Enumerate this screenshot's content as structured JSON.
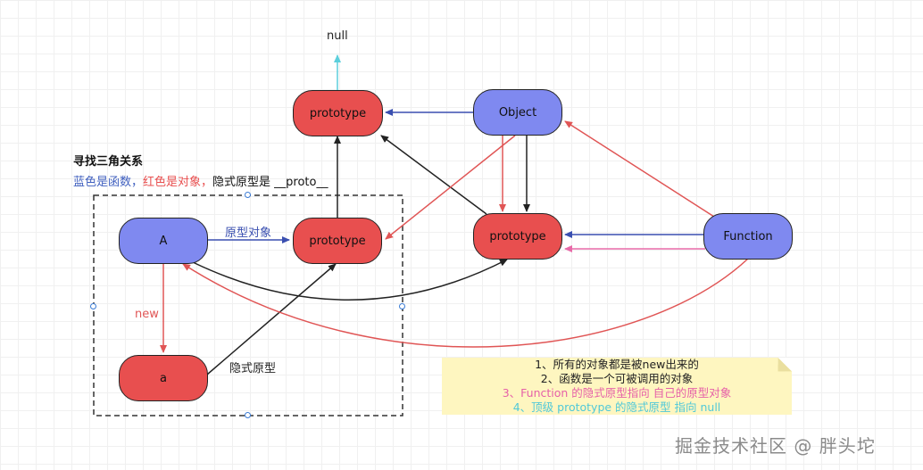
{
  "title": "寻找三角关系",
  "legend": {
    "part1": "蓝色是函数，",
    "part2": "红色是对象，",
    "part3": "隐式原型是 __proto__",
    "color_blue": "#3f5fbf",
    "color_red": "#e84f4f"
  },
  "nodes": {
    "top_prototype": "prototype",
    "object": "Object",
    "object_prototype": "prototype",
    "function": "Function",
    "A": "A",
    "A_prototype": "prototype",
    "a": "a"
  },
  "labels": {
    "null": "null",
    "yuanxing": "原型对象",
    "new": "new",
    "yinshi": "隐式原型"
  },
  "note": {
    "line1": "1、所有的对象都是被new出来的",
    "line2": "2、函数是一个可被调用的对象",
    "line3": "3、Function 的隐式原型指向 自己的原型对象",
    "line4": "4、顶级 prototype 的隐式原型 指向 null",
    "color_line3": "#e660a8",
    "color_line4": "#50c8d8"
  },
  "watermark": "掘金技术社区 @ 胖头坨"
}
